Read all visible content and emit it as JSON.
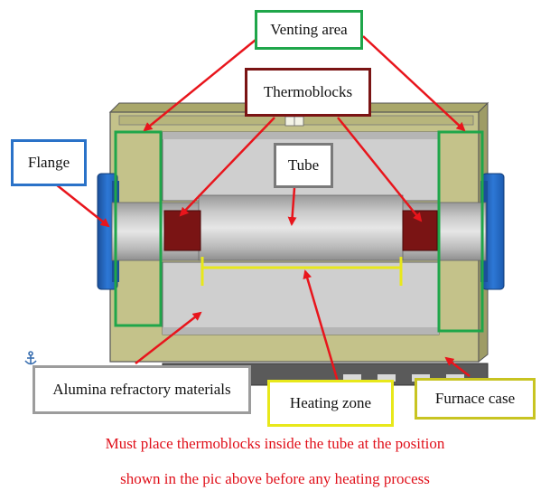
{
  "labels": {
    "venting_area": "Venting area",
    "thermoblocks": "Thermoblocks",
    "flange": "Flange",
    "tube": "Tube",
    "alumina": "Alumina refractory materials",
    "heating_zone": "Heating zone",
    "furnace_case": "Furnace case"
  },
  "warning": {
    "line1": "Must place thermoblocks inside the tube at the position",
    "line2": "shown in the pic above before any heating process"
  },
  "colors": {
    "venting": "#1fa64a",
    "thermoblocks": "#7a1414",
    "flange": "#2a72c8",
    "tube": "#7a7a7a",
    "alumina": "#9c9c9c",
    "heating": "#e8e81a",
    "furnace": "#c8c422",
    "arrow": "#e8151c",
    "warning_text": "#e0101a"
  },
  "anchor_icon": "anchor-icon"
}
